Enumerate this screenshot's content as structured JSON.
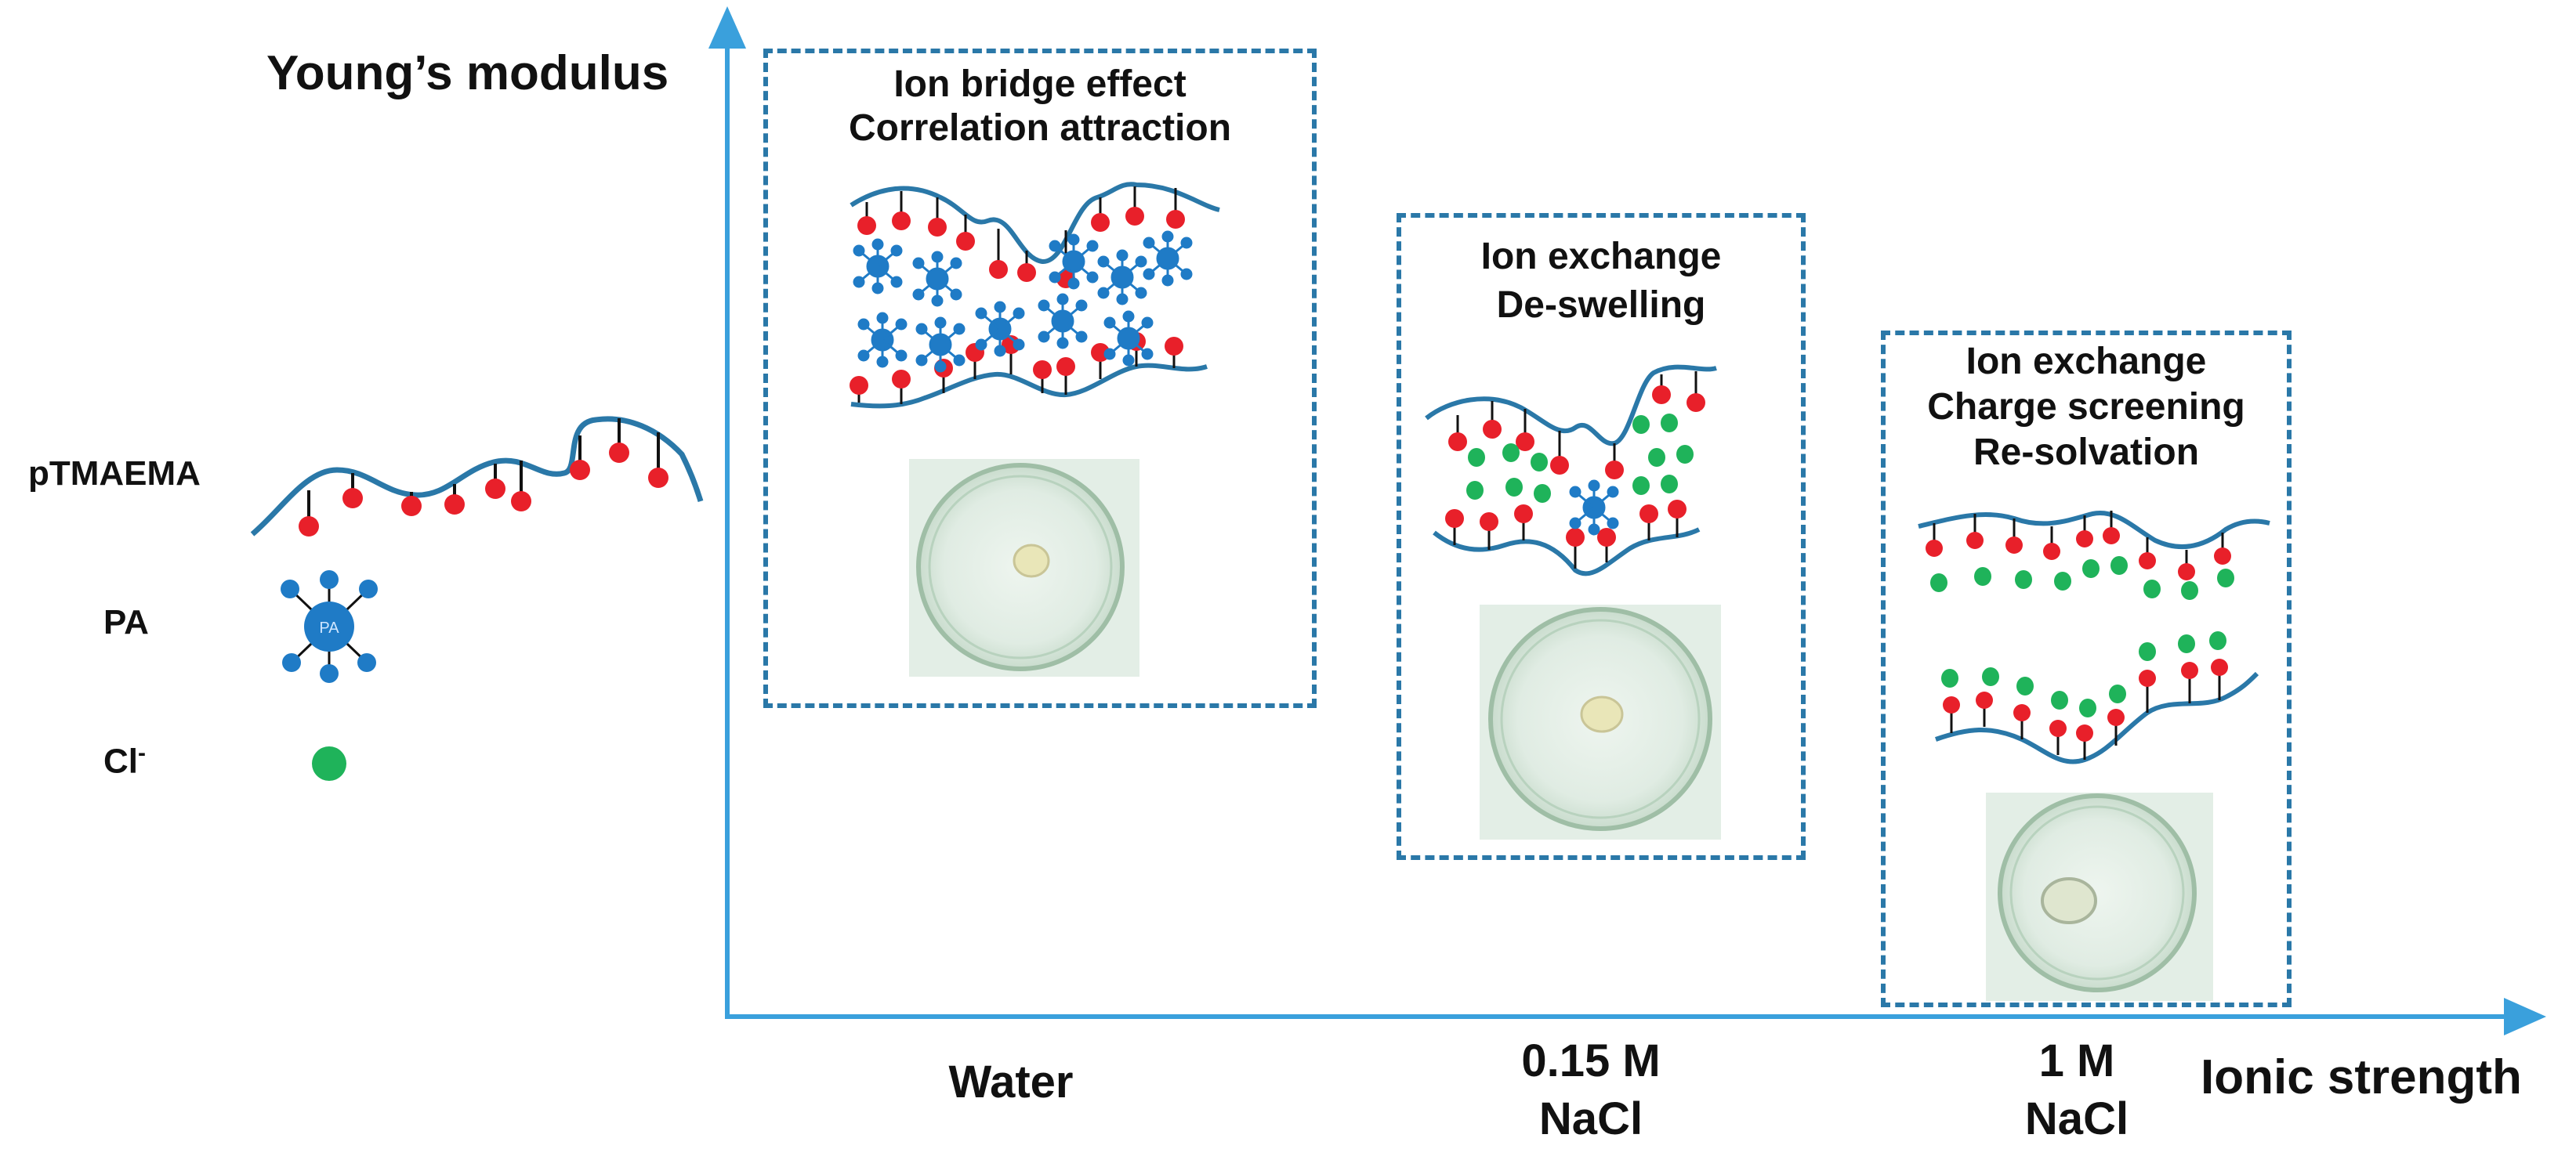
{
  "y_axis_label": "Young’s modulus",
  "x_axis_label": "Ionic strength",
  "x_categories": [
    "Water",
    "0.15 M\nNaCl",
    "1 M\nNaCl"
  ],
  "legend": {
    "polymer": "pTMAEMA",
    "crosslinker": "PA",
    "crosslinker_inner": "PA",
    "counterion": "Cl",
    "counterion_sup": "-"
  },
  "panels": [
    {
      "lines": [
        "Ion bridge effect",
        "Correlation attraction"
      ]
    },
    {
      "lines": [
        "Ion exchange",
        "De-swelling"
      ]
    },
    {
      "lines": [
        "Ion exchange",
        "Charge screening",
        "Re-solvation"
      ]
    }
  ],
  "colors": {
    "axis": "#3aa0dc",
    "chain": "#2a78a8",
    "cation": "#e8202a",
    "pa": "#1f7bc6",
    "chloride": "#1fb35a",
    "panel_border": "#2a78a8",
    "dish_bg": "#e3eee6"
  }
}
